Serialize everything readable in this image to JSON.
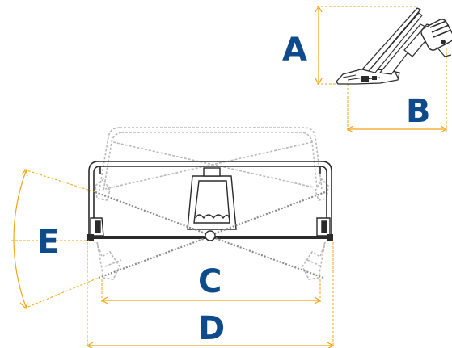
{
  "dimension_labels": {
    "a": "A",
    "b": "B",
    "c": "C",
    "d": "D",
    "e": "E"
  },
  "colors": {
    "label": "#0f4a8a",
    "dimension_line": "#f2a514",
    "outline": "#2b2b2b",
    "ghost": "#b8b8b8"
  }
}
